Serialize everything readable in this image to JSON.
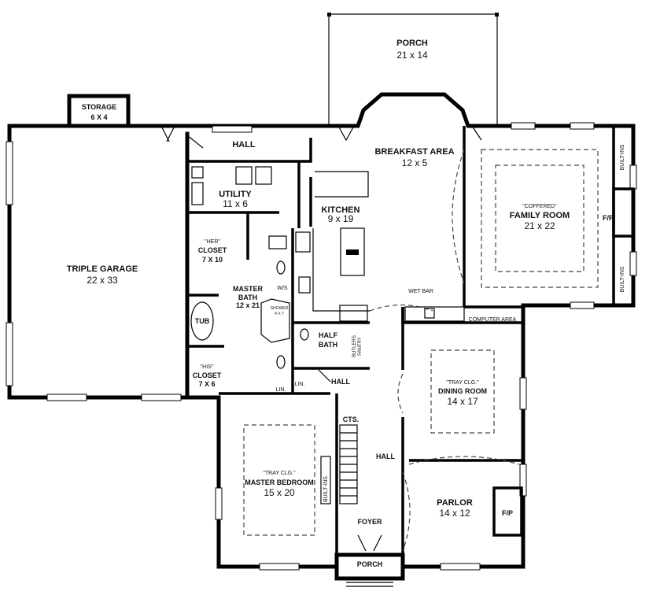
{
  "rooms": {
    "porch_rear": {
      "name": "PORCH",
      "size": "21 x 14"
    },
    "storage": {
      "name": "STORAGE",
      "size": "6 X 4"
    },
    "hall_top": {
      "name": "HALL"
    },
    "breakfast": {
      "name": "BREAKFAST AREA",
      "size": "12 x 5"
    },
    "family": {
      "note": "\"COFFERED\"",
      "name": "FAMILY ROOM",
      "size": "21 x 22"
    },
    "fireplace_family": {
      "name": "F/P"
    },
    "builtins_top": {
      "name": "BUILT-INS"
    },
    "builtins_bottom": {
      "name": "BUILT-INS"
    },
    "utility": {
      "name": "UTILITY",
      "size": "11 x 6"
    },
    "kitchen": {
      "name": "KITCHEN",
      "size": "9 x 19"
    },
    "garage": {
      "name": "TRIPLE GARAGE",
      "size": "22 x 33"
    },
    "her_closet": {
      "note": "\"HER\"",
      "name": "CLOSET",
      "size": "7 X 10"
    },
    "master_bath": {
      "name": "MASTER",
      "name2": "BATH",
      "size": "12 x 21"
    },
    "ws": {
      "name": "W/S"
    },
    "shower": {
      "name": "SHOWER",
      "size": "4 X 7"
    },
    "tub": {
      "name": "TUB"
    },
    "wet_bar": {
      "name": "WET BAR"
    },
    "computer": {
      "name": "COMPUTER AREA"
    },
    "half_bath": {
      "name": "HALF",
      "name2": "BATH"
    },
    "butlers": {
      "name": "BUTLERS",
      "name2": "PANTRY"
    },
    "his_closet": {
      "note": "\"HIS\"",
      "name": "CLOSET",
      "size": "7 X 6"
    },
    "lin1": {
      "name": "LIN."
    },
    "lin2": {
      "name": "LIN."
    },
    "hall_mid": {
      "name": "HALL"
    },
    "dining": {
      "note": "\"TRAY CLG.\"",
      "name": "DINING ROOM",
      "size": "14 x 17"
    },
    "cts": {
      "name": "CTS."
    },
    "hall_main": {
      "name": "HALL"
    },
    "master_bed": {
      "note": "\"TRAY CLG.\"",
      "name": "MASTER BEDROOM",
      "size": "15 x 20"
    },
    "builtins_bed": {
      "name": "BUILT-INS"
    },
    "parlor": {
      "name": "PARLOR",
      "size": "14 x 12"
    },
    "fireplace_parlor": {
      "name": "F/P"
    },
    "foyer": {
      "name": "FOYER"
    },
    "porch_front": {
      "name": "PORCH"
    }
  }
}
